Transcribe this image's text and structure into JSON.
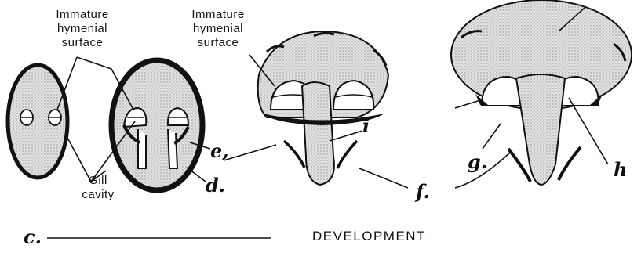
{
  "figure": {
    "labels": {
      "immature_hymenial_left": [
        "Immature",
        "hymenial",
        "surface"
      ],
      "immature_hymenial_right": [
        "Immature",
        "hymenial",
        "surface"
      ],
      "gill_cavity": [
        "Gill",
        "cavity"
      ]
    },
    "letters": {
      "c": "c.",
      "d": "d.",
      "e": "e,",
      "f": "f.",
      "g": "g.",
      "h": "h",
      "i": "i"
    },
    "caption": "DEVELOPMENT",
    "colors": {
      "fill": "#d4d4d4",
      "ink": "#111111",
      "background": "#ffffff"
    }
  }
}
